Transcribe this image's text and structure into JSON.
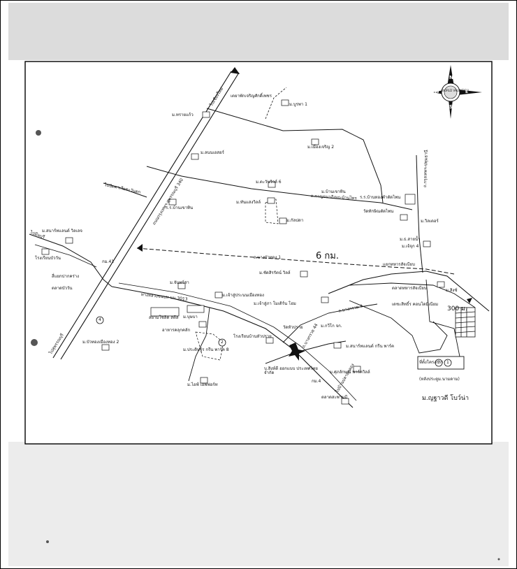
{
  "map": {
    "distance_main": "6 กม.",
    "distance_short": "300 ม.",
    "destination": "ที่ตั้งโครงการ",
    "destination_sub": "(หลังประตูม.นามดาม)",
    "university": "ม.ญฐาวดี โบว์น่า",
    "compass_text": "WORLD VALUATION",
    "compass_letters": {
      "n": "N",
      "s": "S",
      "e": "E",
      "w": "W"
    },
    "route_numbers": [
      "3",
      "1",
      "2",
      "4"
    ],
    "roads": [
      "ไปเชียงใหม่",
      "ถนนกรุงเทพฯ-สุพรรณบุรี 340",
      "ไปปัตตาเวียตะวันตก",
      "ไปสุพรรณบุรี",
      "ไปมีนบุรี",
      "ไปบ้านปลายคลอง",
      "ถ.กรุงเทพฯ-ปทุมธานี",
      "ถ.บางบัวทอง 1",
      "ทางหลวงชนบท นบ.3013",
      "ถ.กาญจนาภิเษก-บ้านไทร",
      "ถ.บางกรวย 4",
      "ถ.บางกรวย 44"
    ],
    "places": [
      "เตยาพักเจริญศักดิ์เพชร",
      "ม.บูรพา 1",
      "ม.ทรายแก้ว",
      "ม.เมืองเจริญ 2",
      "ม.ลนนเอสอร์",
      "ม.ตะวันวิวล์ 6",
      "ร.ร.บ้านเขาทิน",
      "ม.บ้านเขาทิน",
      "ม.ทันแสงวิลล์",
      "ร.ร.บ้านทองคำตัดไพน",
      "วัดทักษิณตัดไพน",
      "ม.กัลปดา",
      "ม.สนาร์ทแลนด์ วิลเลจ",
      "ม.วิลเดอร์",
      "ม.ธ.สายน้ำ",
      "ม.เจ้จุก 4",
      "โรงเรียนบัววัน",
      "กม.41",
      "สี่แยกปากคร่าง",
      "ตลาดบัววัน",
      "ม.จันทร์สา",
      "ม.ชัดสิรรัตน์ วิลล์",
      "แยกทหารสัจเบียบ",
      "ตลาดทหารสัจเบียบ",
      "ม.สิงซ์",
      "เดชะสิทธิ์ร คอนโดมิเนียม",
      "ม.เจ้าสู่ประนนเมืองทอง",
      "สยามโซลิด สตีล",
      "ม.บุษบา",
      "อาหารคลุกคลัก",
      "ม.เจ้าสู่ภา โมเดิร์น โฮม",
      "วัดหัวปราย",
      "ม.กวีโก จก.",
      "โรงเรียนบ้านหัวปราย",
      "ม.สนาร์ทแลนด์ กรีน พาร์ค",
      "ม.ประดิษฐ์ร กรีน พาร์ค 8",
      "ม.บัวทองเมืองทอง 2",
      "บ.สิงห์ดี ออกแบบ ประเทศไทย จำกัด",
      "ม.ศุภลักษณ์ พาร์ควิลล์",
      "กม.4",
      "ตลาดสะพานมี",
      "ม.ไอฟ์ เอฟฟอร์ท"
    ]
  }
}
